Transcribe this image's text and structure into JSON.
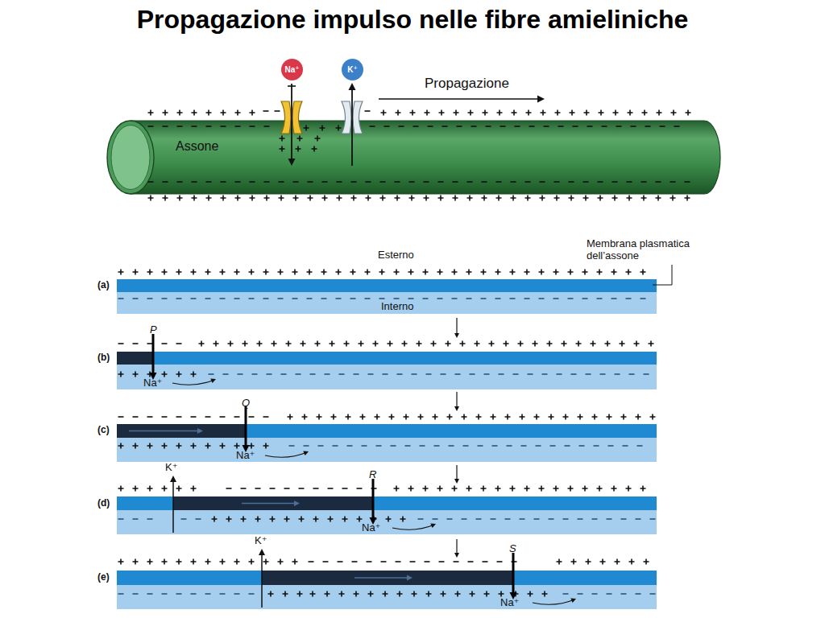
{
  "diagram": {
    "title": "Propagazione impulso nelle fibre amieliniche",
    "nodes": [
      {
        "text": [
          "Na⁺"
        ]
      },
      {
        "text": [
          "K⁺"
        ]
      },
      {
        "text": [
          "Assone"
        ]
      }
    ],
    "labels": [
      "Propagazione",
      "Esterno",
      "Membrana plasmatica dell’assone",
      "Interno",
      "(a)",
      "(b)",
      "P",
      "Na⁺",
      "(c)",
      "Q",
      "Na⁺",
      "(d)",
      "K⁺",
      "R",
      "Na⁺",
      "(e)",
      "K⁺",
      "S",
      "Na⁺"
    ]
  }
}
